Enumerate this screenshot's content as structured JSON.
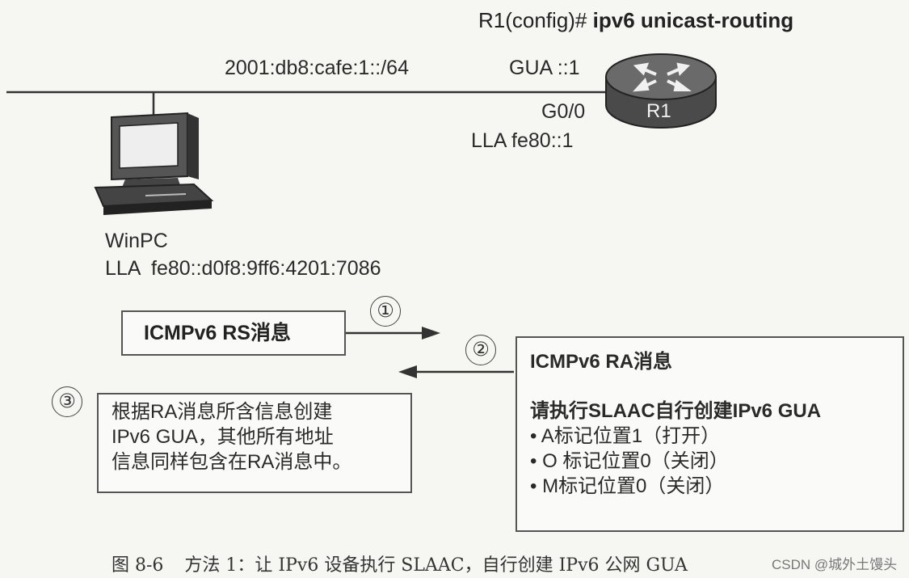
{
  "router": {
    "command_prefix": "R1(config)# ",
    "command": "ipv6 unicast-routing",
    "name": "R1",
    "gua": "GUA ::1",
    "interface": "G0/0",
    "lla": "LLA fe80::1"
  },
  "network": {
    "prefix": "2001:db8:cafe:1::/64"
  },
  "pc": {
    "name": "WinPC",
    "lla": "LLA  fe80::d0f8:9ff6:4201:7086"
  },
  "steps": {
    "step1": "①",
    "step2": "②",
    "step3": "③",
    "rs_message": "ICMPv6 RS消息",
    "ra_box": {
      "title": "ICMPv6 RA消息",
      "instruction": "请执行SLAAC自行创建IPv6 GUA",
      "flags": [
        "• A标记位置1（打开）",
        "• O 标记位置0（关闭）",
        "• M标记位置0（关闭）"
      ]
    },
    "note_lines": [
      "根据RA消息所含信息创建",
      "IPv6 GUA，其他所有地址",
      "信息同样包含在RA消息中。"
    ]
  },
  "caption": {
    "number": "图 8-6",
    "text": "方法 1：让 IPv6 设备执行 SLAAC，自行创建 IPv6 公网 GUA"
  },
  "watermark": "CSDN @城外土馒头"
}
